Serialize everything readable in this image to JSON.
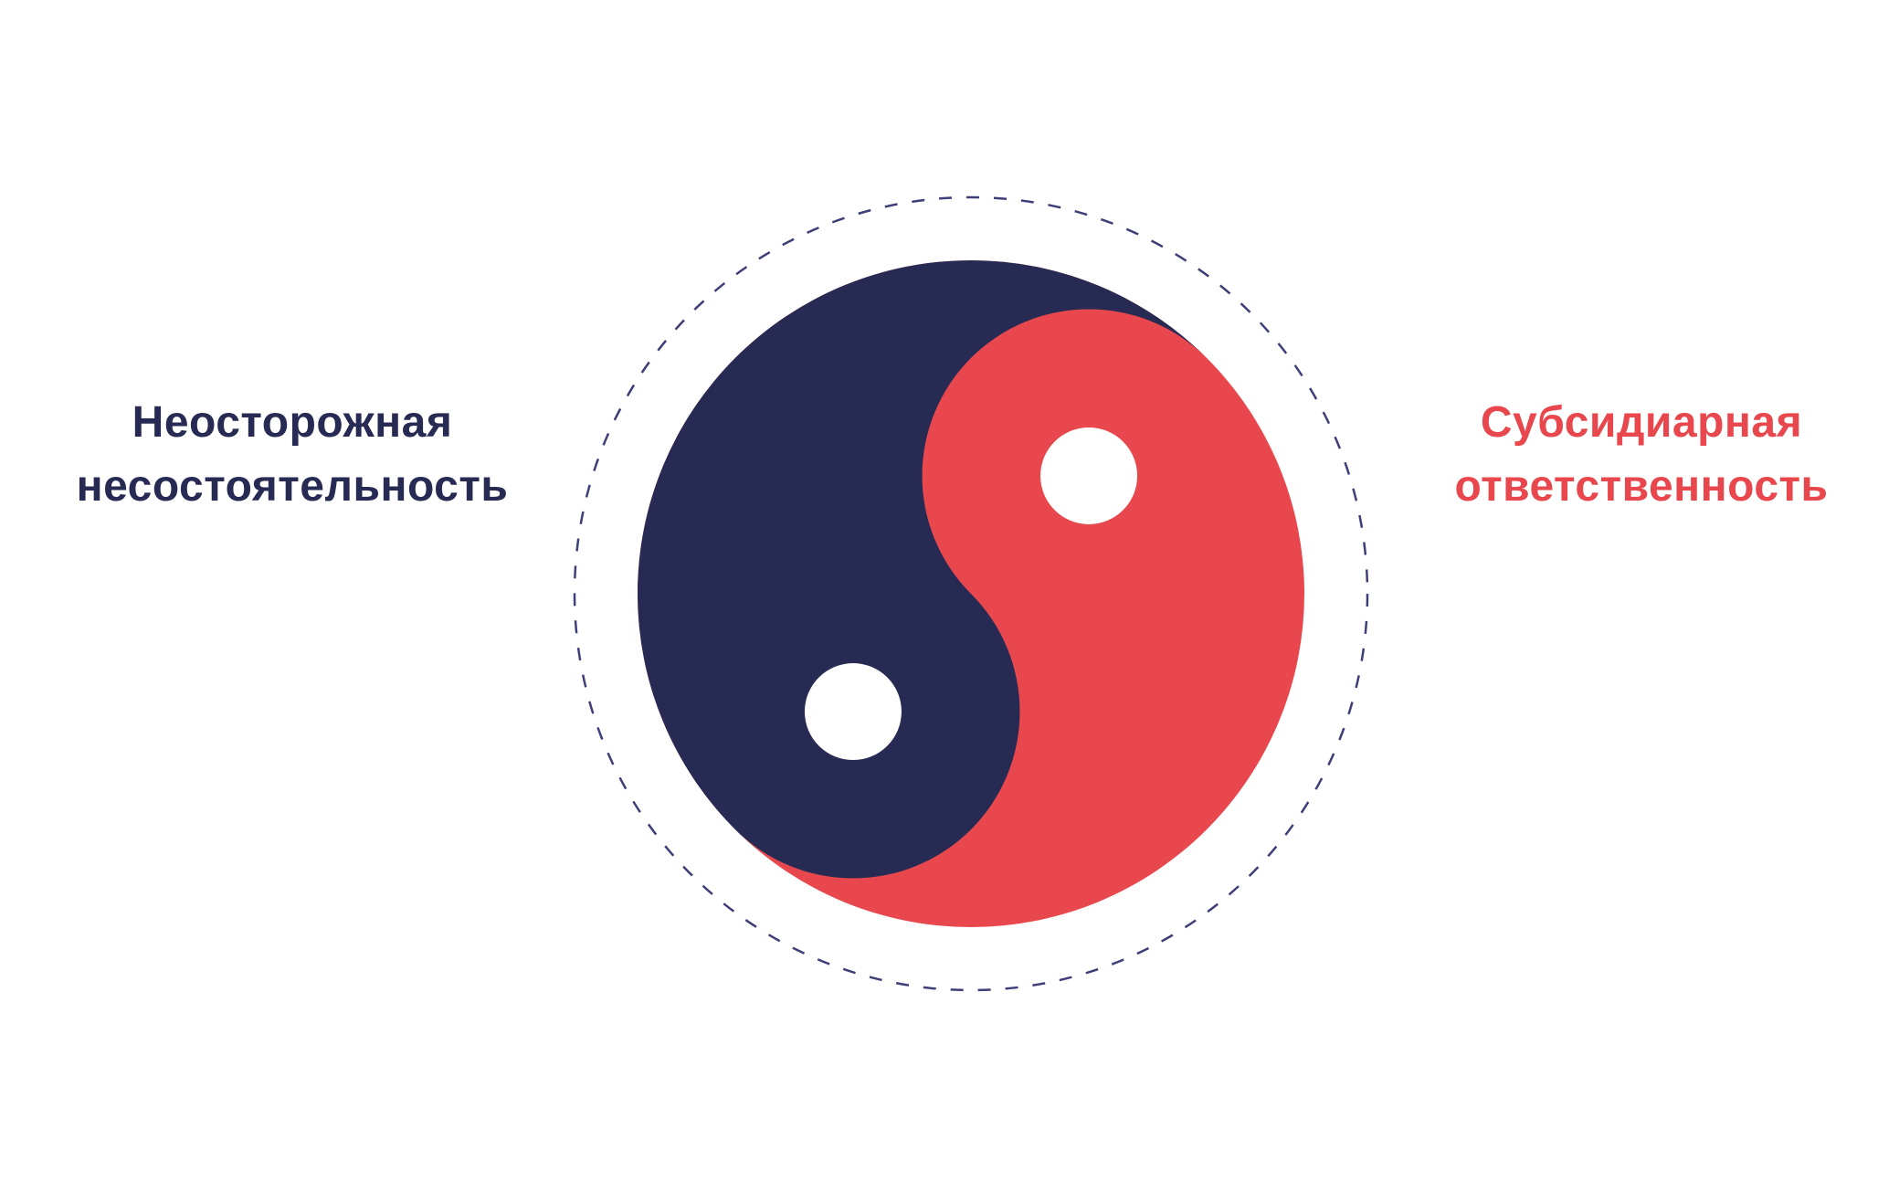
{
  "diagram": {
    "left_label": {
      "line1": "Неосторожная",
      "line2": "несостоятельность"
    },
    "right_label": {
      "line1": "Субсидиарная",
      "line2": "ответственность"
    },
    "colors": {
      "navy": "#272b54",
      "red": "#e8484d",
      "outline": "#3e3e78",
      "dot": "#ffffff",
      "background": "#ffffff"
    }
  }
}
